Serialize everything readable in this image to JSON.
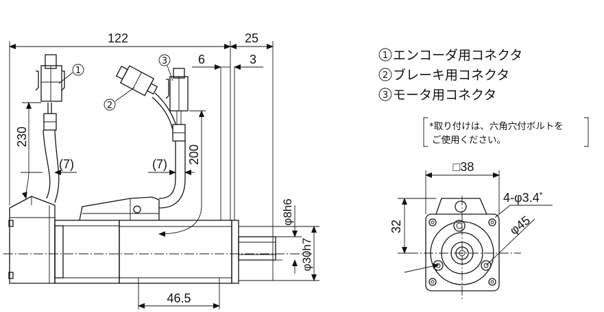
{
  "dimensions": {
    "overall_length": "122",
    "flange_length": "25",
    "gap_left": "6",
    "gap_right": "3",
    "cable_230": "230",
    "cable_200": "200",
    "slack_left": "(7)",
    "slack_right": "(7)",
    "shaft_dia": "φ8h6",
    "pilot_dia": "φ30h7",
    "body_46_5": "46.5",
    "square": "□38",
    "height_32": "32",
    "holes": "4-φ3.4",
    "holes_mark": "*",
    "pcd": "φ45"
  },
  "callouts": {
    "c1": "1",
    "c2": "2",
    "c3": "3"
  },
  "legend": {
    "items": [
      {
        "num": "1",
        "text": "エンコーダ用コネクタ"
      },
      {
        "num": "2",
        "text": "ブレーキ用コネクタ"
      },
      {
        "num": "3",
        "text": "モータ用コネクタ"
      }
    ]
  },
  "note": {
    "line1": "*取り付けは、六角穴付ボルトを",
    "line2": "ご使用ください。"
  }
}
